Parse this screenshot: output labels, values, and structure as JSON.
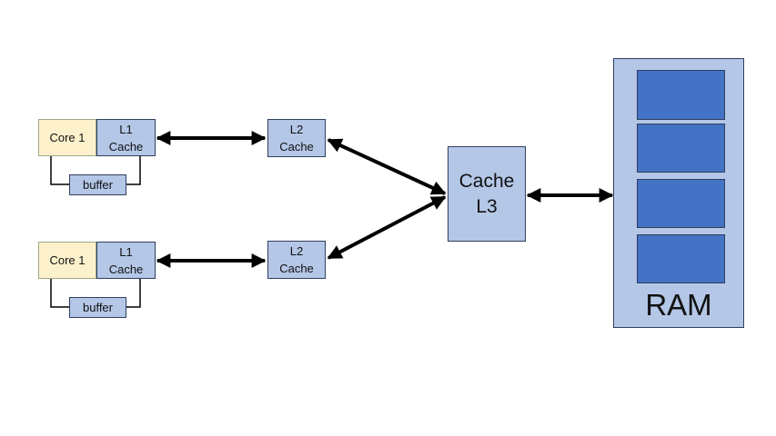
{
  "cpu_groups": [
    {
      "core_label": "Core 1",
      "l1_label": "L1\nCache",
      "buffer_label": "buffer",
      "l2_label": "L2\nCache"
    },
    {
      "core_label": "Core 1",
      "l1_label": "L1\nCache",
      "buffer_label": "buffer",
      "l2_label": "L2\nCache"
    }
  ],
  "l3": {
    "label": "Cache\nL3"
  },
  "ram": {
    "label": "RAM",
    "block_count": 4
  },
  "colors": {
    "core_fill": "#fdf1cc",
    "cache_fill": "#b4c7e7",
    "ram_block_fill": "#4472c4",
    "outline": "#2f3f5f",
    "arrow": "#000000"
  }
}
